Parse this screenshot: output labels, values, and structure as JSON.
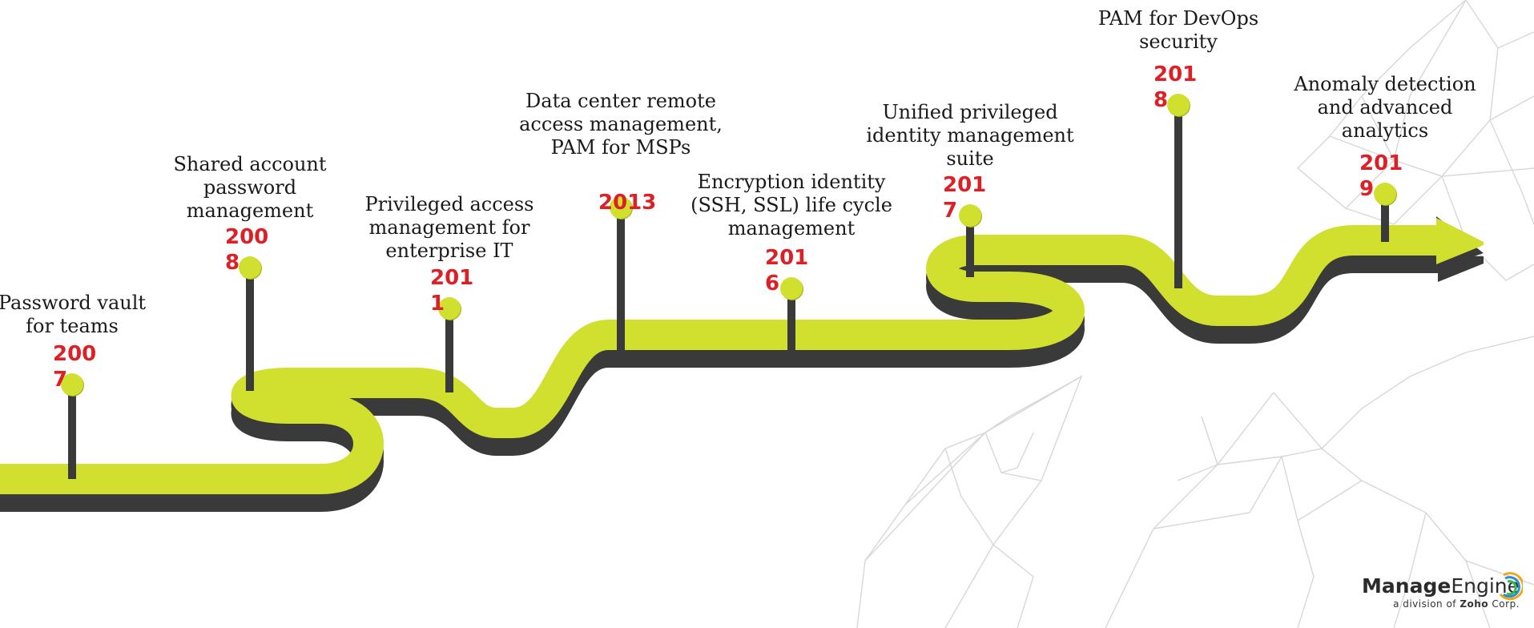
{
  "diagram": {
    "colors": {
      "road": "#d1df2e",
      "road_shadow": "#3b3a3a",
      "pole": "#3b3a3a",
      "year": "#dd1f26",
      "text": "#1a1a1a"
    },
    "milestones": [
      {
        "year_lines": [
          "200",
          "7"
        ],
        "label_lines": [
          "Password vault",
          "for teams"
        ]
      },
      {
        "year_lines": [
          "200",
          "8"
        ],
        "label_lines": [
          "Shared account",
          "password",
          "management"
        ]
      },
      {
        "year_lines": [
          "201",
          "1"
        ],
        "label_lines": [
          "Privileged access",
          "management for",
          "enterprise IT"
        ]
      },
      {
        "year_lines": [
          "2013"
        ],
        "label_lines": [
          "Data center remote",
          "access management,",
          "PAM for MSPs"
        ]
      },
      {
        "year_lines": [
          "201",
          "6"
        ],
        "label_lines": [
          "Encryption identity",
          "(SSH, SSL) life cycle",
          "management"
        ]
      },
      {
        "year_lines": [
          "201",
          "7"
        ],
        "label_lines": [
          "Unified privileged",
          "identity management",
          "suite"
        ]
      },
      {
        "year_lines": [
          "201",
          "8"
        ],
        "label_lines": [
          "PAM for DevOps",
          "security"
        ]
      },
      {
        "year_lines": [
          "201",
          "9"
        ],
        "label_lines": [
          "Anomaly detection",
          "and advanced",
          "analytics"
        ]
      }
    ]
  },
  "brand": {
    "name_prefix": "Manage",
    "name_suffix": "Engine",
    "tagline_prefix": "a division of ",
    "tagline_bold": "Zoho",
    "tagline_suffix": " Corp."
  }
}
